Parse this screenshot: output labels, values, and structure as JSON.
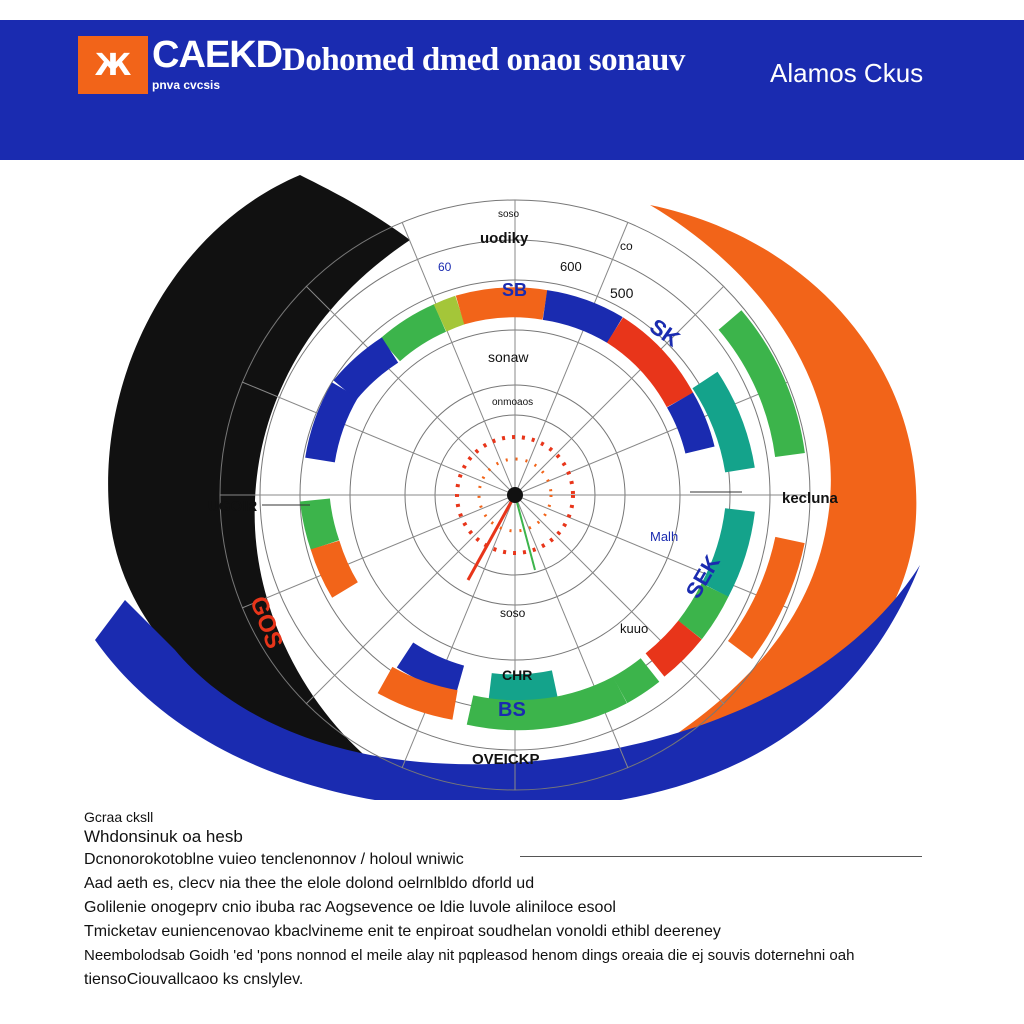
{
  "header": {
    "logo_glyph": "Ж",
    "brand": "CAEKD",
    "brand_sub": "pnva cvcsis",
    "title": "Dohomed dmed onaoı sonauv",
    "title_right": "Alamos Ckus"
  },
  "diagram": {
    "labels": {
      "top_small": "soso",
      "top": "uodiky",
      "top_right_small": "co",
      "tag_600": "600",
      "tag_60": "60",
      "tag_500": "500",
      "center_label": "sonaw",
      "inner_top": "onmoaos",
      "left": "UGOIR",
      "right": "kecluna",
      "right_mid": "Malh",
      "bottom_center": "soso",
      "bottom_right": "kuuo",
      "bottom": "OVEICKP",
      "band_top": "SB",
      "band_bottom_teal": "CHR",
      "band_bottom": "BS",
      "right_band_a": "SK",
      "right_band_b": "SEK",
      "left_band": "GOS"
    },
    "colors": {
      "blue": "#1a2bb0",
      "orange": "#f26419",
      "green": "#3cb44b",
      "teal": "#14a38b",
      "black": "#111111",
      "red": "#e8351a",
      "lime": "#a4c639"
    }
  },
  "notes": {
    "heading": "Gcraa cksll",
    "subheading": "Whdonsinuk oa hesb",
    "lines": [
      "Dcnonorokotoblne vuieo tenclenonnov / holoul wniwic",
      "Aad aeth es, clecv nia thee the elole dolond oelrnlbldo dforld ud",
      "Golilenie onogeprv cnio ibuba rac Aogsevence oe ldie luvole aliniloce esool",
      "Tmicketav euniencenovao kbaclvineme enit te enpiroat soudhelan vonoldi ethibl deereney",
      "Neembolodsab Goidh 'ed 'pons nonnod el meile alay nit pqpleasod henom dings oreaia die ej souvis doternehni oah",
      "tiensoCiouvallcaoo ks cnslylev."
    ]
  }
}
